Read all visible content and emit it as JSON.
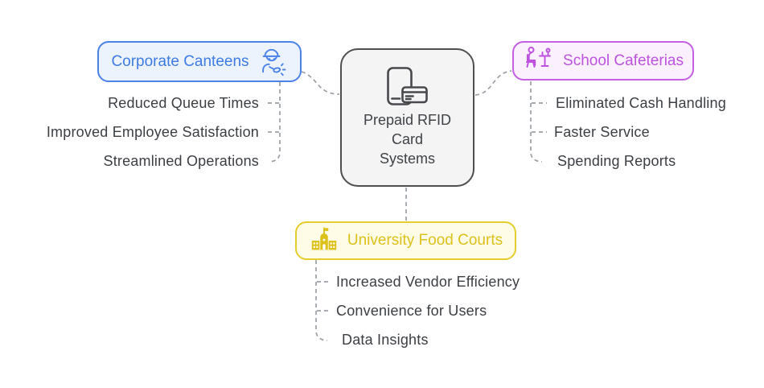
{
  "diagram": {
    "type": "mindmap",
    "background": "#ffffff"
  },
  "center_node": {
    "title_line1": "Prepaid RFID",
    "title_line2": "Card",
    "title_line3": "Systems",
    "icon": "phone-card-icon",
    "border_color": "#4f4f4f",
    "background": "#f4f4f4",
    "text_color": "#3f4347"
  },
  "branches": {
    "corporate": {
      "label": "Corporate Canteens",
      "icon": "chef-worker-icon",
      "accent": "#4b82ea",
      "background": "#edf3fd",
      "items": [
        "Reduced Queue Times",
        "Improved Employee Satisfaction",
        "Streamlined Operations"
      ]
    },
    "school": {
      "label": "School Cafeterias",
      "icon": "person-dining-icon",
      "accent": "#bd53de",
      "background": "#faf0fe",
      "items": [
        "Eliminated Cash Handling",
        "Faster Service",
        "Spending Reports"
      ]
    },
    "university": {
      "label": "University Food Courts",
      "icon": "university-building-icon",
      "accent": "#ddc11b",
      "background": "#fefbe7",
      "items": [
        "Increased Vendor Efficiency",
        "Convenience for Users",
        "Data Insights"
      ]
    }
  },
  "connectors": {
    "color": "#9aa0a6",
    "style": "dashed"
  }
}
